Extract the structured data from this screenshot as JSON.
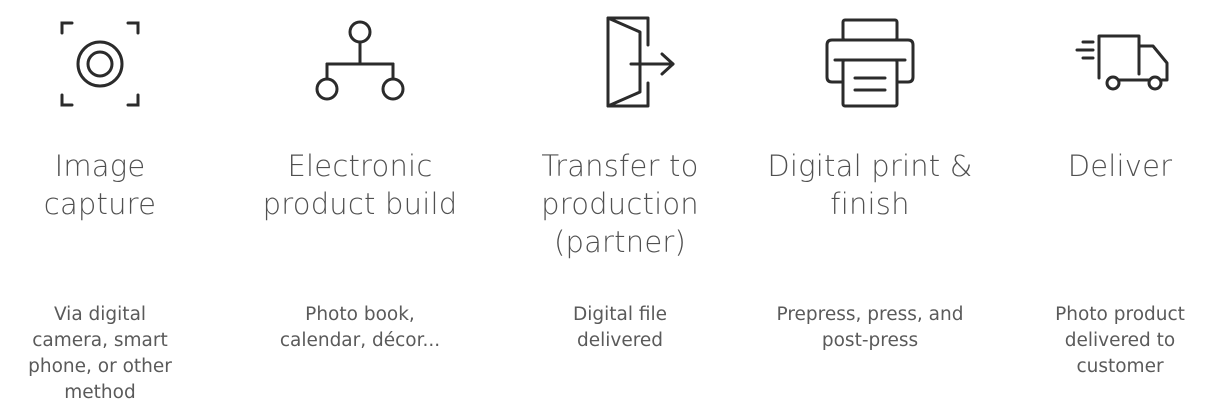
{
  "steps": [
    {
      "title": "Image\ncapture",
      "description": "Via digital\ncamera, smart\nphone, or other\nmethod",
      "icon": "camera-focus-icon"
    },
    {
      "title": "Electronic\nproduct build",
      "description": "Photo book,\ncalendar, décor...",
      "icon": "hierarchy-icon"
    },
    {
      "title": "Transfer to\nproduction\n(partner)",
      "description": "Digital file\ndelivered",
      "icon": "door-exit-icon"
    },
    {
      "title": "Digital print &\nfinish",
      "description": "Prepress, press, and\npost-press",
      "icon": "printer-icon"
    },
    {
      "title": "Deliver",
      "description": "Photo product\ndelivered to\ncustomer",
      "icon": "delivery-truck-icon"
    }
  ],
  "colors": {
    "stroke": "#2b2b2b",
    "text": "#505050"
  }
}
